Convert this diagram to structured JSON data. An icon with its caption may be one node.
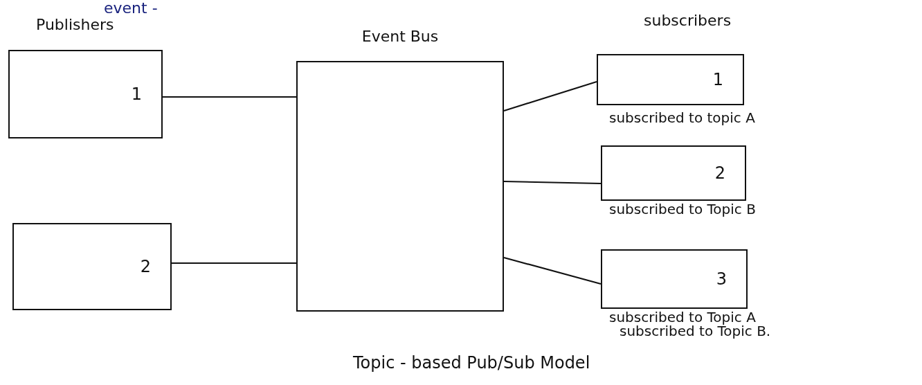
{
  "diagram": {
    "caption": "Topic - based Pub/Sub Model",
    "nodes": [
      {
        "text": [
          "1"
        ]
      },
      {
        "text": [
          "2"
        ]
      },
      {
        "text": [
          "Event Bus"
        ]
      },
      {
        "text": [
          "1"
        ],
        "beside": [
          "subscribed to topic A"
        ]
      },
      {
        "text": [
          "2"
        ],
        "beside": [
          "subscribed to Topic B"
        ]
      },
      {
        "text": [
          "3"
        ],
        "beside": [
          "subscribed to Topic A",
          "subscribed to Topic B."
        ]
      }
    ],
    "edges": [
      {
        "from": 0,
        "to": 2,
        "arrow": "none"
      },
      {
        "from": 1,
        "to": 2,
        "arrow": "none"
      },
      {
        "from": 2,
        "to": 3,
        "arrow": "none"
      },
      {
        "from": 2,
        "to": 4,
        "arrow": "none"
      },
      {
        "from": 2,
        "to": 5,
        "arrow": "none"
      }
    ],
    "labels": [
      "event -",
      "Publishers",
      "subscribers"
    ]
  }
}
